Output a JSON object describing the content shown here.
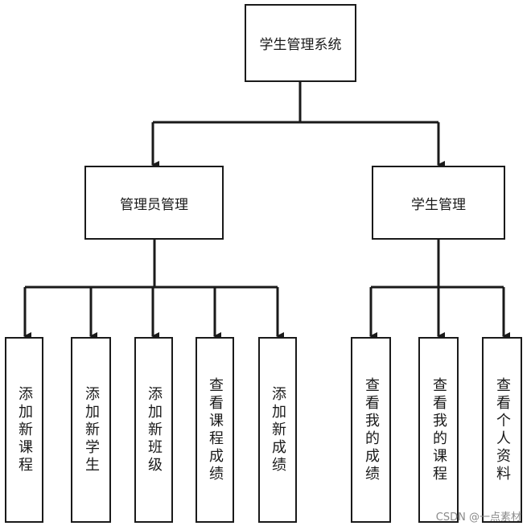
{
  "root": {
    "label": "学生管理系统"
  },
  "branches": [
    {
      "label": "管理员管理",
      "children": [
        "添加新课程",
        "添加新学生",
        "添加新班级",
        "查看课程成绩",
        "添加新成绩"
      ]
    },
    {
      "label": "学生管理",
      "children": [
        "查看我的成绩",
        "查看我的课程",
        "查看个人资料"
      ]
    }
  ],
  "watermark": "CSDN @一点素材"
}
